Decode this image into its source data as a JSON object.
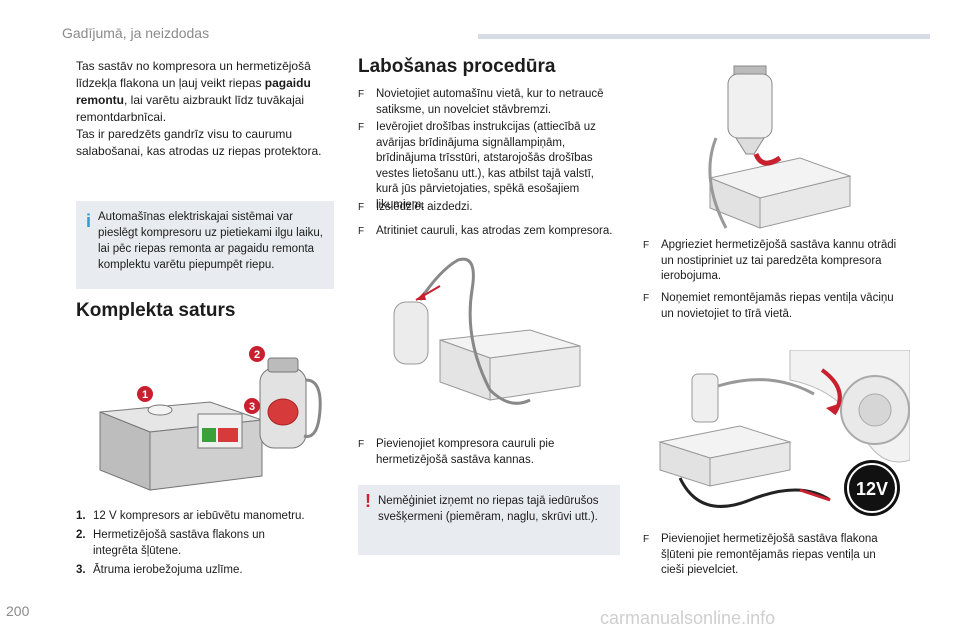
{
  "header": {
    "section_title": "Gadījumā, ja neizdodas"
  },
  "page_number": "200",
  "watermark": "carmanualsonline.info",
  "intro": {
    "line1": "Tas sastāv no kompresora un hermetizējošā",
    "line2": "līdzekļa flakona un ļauj veikt riepas ",
    "line2_bold": "pagaidu",
    "line3_bold": "remontu",
    "line3": ", lai varētu aizbraukt līdz tuvākajai",
    "line4": "remontdarbnīcai.",
    "line5": "Tas ir paredzēts gandrīz visu to caurumu",
    "line6": "salabošanai, kas atrodas uz riepas protektora."
  },
  "info_note": {
    "icon": "info-icon",
    "mark": "i",
    "text": "Automašīnas elektriskajai sistēmai var pieslēgt kompresoru uz pietiekami ilgu laiku, lai pēc riepas remonta ar pagaidu remonta komplektu varētu piepumpēt riepu."
  },
  "kit_section": {
    "title": "Komplekta saturs",
    "callouts": [
      "1",
      "2",
      "3"
    ],
    "items": [
      {
        "num": "1.",
        "text": "12 V kompresors ar iebūvētu manometru."
      },
      {
        "num": "2.",
        "text": "Hermetizējošā sastāva flakons un integrēta šļūtene."
      },
      {
        "num": "3.",
        "text": "Ātruma ierobežojuma uzlīme."
      }
    ]
  },
  "procedure": {
    "title": "Labošanas procedūra",
    "bullet_glyph": "F",
    "steps_a": [
      "Novietojiet automašīnu vietā, kur to netraucē satiksme, un novelciet stāvbremzi.",
      "Ievērojiet drošības instrukcijas (attiecībā uz avārijas brīdinājuma signāllampiņām, brīdinājuma trīsstūri, atstarojošās drošības vestes lietošanu utt.), kas atbilst tajā valstī, kurā jūs pārvietojaties, spēkā esošajiem likumiem.",
      "Izslēdziet aizdedzi."
    ],
    "step_b": "Atritiniet cauruli, kas atrodas zem kompresora.",
    "step_c": "Pievienojiet kompresora cauruli pie hermetizējošā sastāva kannas.",
    "warning": {
      "icon": "warning-icon",
      "mark": "!",
      "text": "Neměģiniet izņemt no riepas tajā iedūrušos svešķermeni (piemēram, naglu, skrūvi utt.)."
    },
    "steps_right": [
      "Apgrieziet hermetizējošā sastāva kannu otrādi un nostipriniet uz tai paredzēta kompresora ierobojuma.",
      "Noņemiet remontējamās riepas ventiļa vāciņu un novietojiet to tīrā vietā."
    ],
    "step_last": "Pievienojiet hermetizējošā sastāva flakona šļūteni pie remontējamās riepas ventiļa un cieši pievelciet.",
    "socket_label": "12V"
  },
  "colors": {
    "accent_red": "#c8202e",
    "info_blue": "#2d9bd6",
    "note_bg": "#e8ebef",
    "header_bar": "#d7dbe3"
  }
}
